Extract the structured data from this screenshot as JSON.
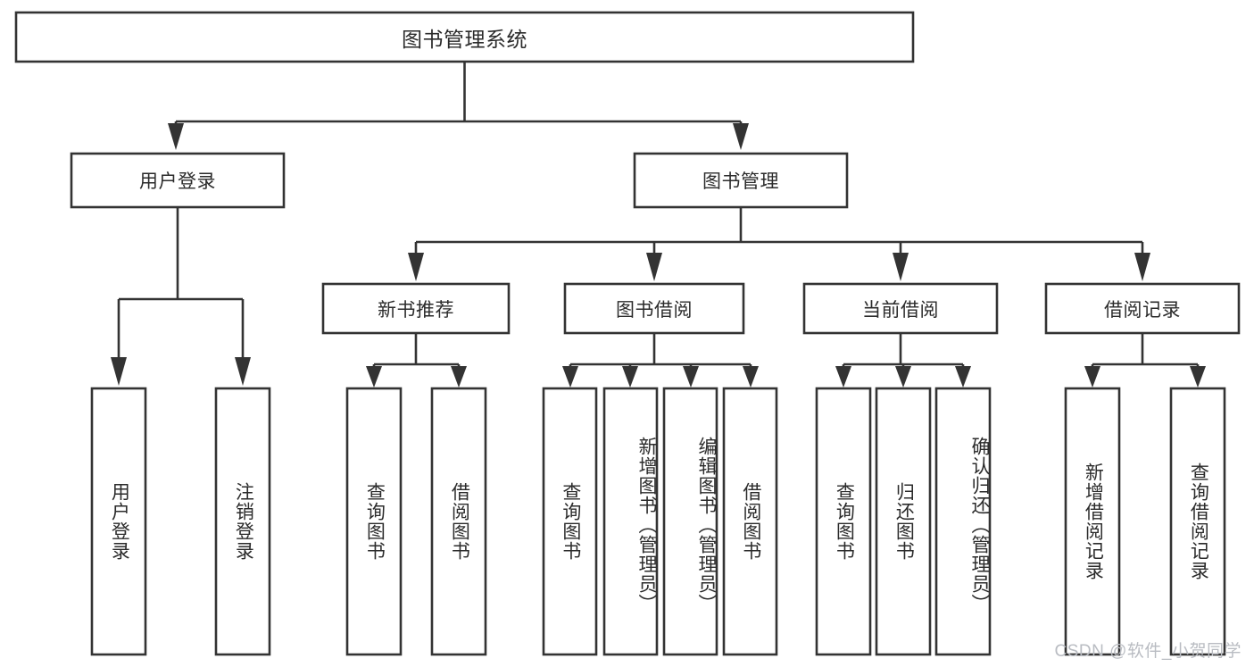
{
  "diagram": {
    "type": "tree-hierarchy-chart",
    "title": "图书管理系统",
    "colors": {
      "box_stroke": "#333333",
      "box_fill": "#ffffff",
      "text": "#2b2b2b",
      "canvas": "#ffffff",
      "watermark": "#b9bcc2"
    },
    "root": {
      "label": "图书管理系统"
    },
    "level2": [
      {
        "label": "用户登录"
      },
      {
        "label": "图书管理"
      }
    ],
    "level3": [
      {
        "label": "新书推荐"
      },
      {
        "label": "图书借阅"
      },
      {
        "label": "当前借阅"
      },
      {
        "label": "借阅记录"
      }
    ],
    "leaves": {
      "user_login": [
        {
          "label": "用户登录"
        },
        {
          "label": "注销登录"
        }
      ],
      "new_book_recommend": [
        {
          "label": "查询图书"
        },
        {
          "label": "借阅图书"
        }
      ],
      "book_borrow": [
        {
          "label": "查询图书"
        },
        {
          "label": "新增图书（管理员）"
        },
        {
          "label": "编辑图书（管理员）"
        },
        {
          "label": "借阅图书"
        }
      ],
      "current_borrow": [
        {
          "label": "查询图书"
        },
        {
          "label": "归还图书"
        },
        {
          "label": "确认归还（管理员）"
        }
      ],
      "borrow_records": [
        {
          "label": "新增借阅记录"
        },
        {
          "label": "查询借阅记录"
        }
      ]
    },
    "watermark": "CSDN @软件_小贺同学"
  }
}
